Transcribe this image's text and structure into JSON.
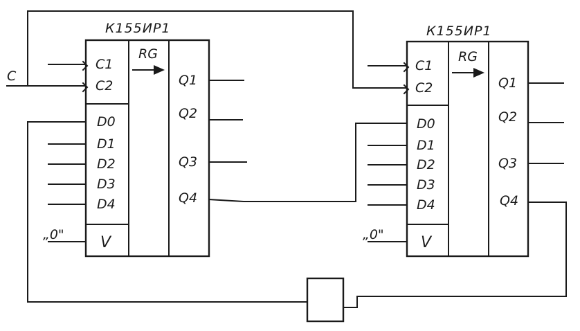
{
  "chips": [
    {
      "part_number": "К155ИР1",
      "function": "RG",
      "clock_inputs": [
        "C1",
        "C2"
      ],
      "data_inputs": [
        "D0",
        "D1",
        "D2",
        "D3",
        "D4"
      ],
      "mode_input": "V",
      "mode_value": "„0\"",
      "outputs": [
        "Q1",
        "Q2",
        "Q3",
        "Q4"
      ]
    },
    {
      "part_number": "К155ИР1",
      "function": "RG",
      "clock_inputs": [
        "C1",
        "C2"
      ],
      "data_inputs": [
        "D0",
        "D1",
        "D2",
        "D3",
        "D4"
      ],
      "mode_input": "V",
      "mode_value": "„0\"",
      "outputs": [
        "Q1",
        "Q2",
        "Q3",
        "Q4"
      ]
    }
  ],
  "clock_signal_label": "C"
}
